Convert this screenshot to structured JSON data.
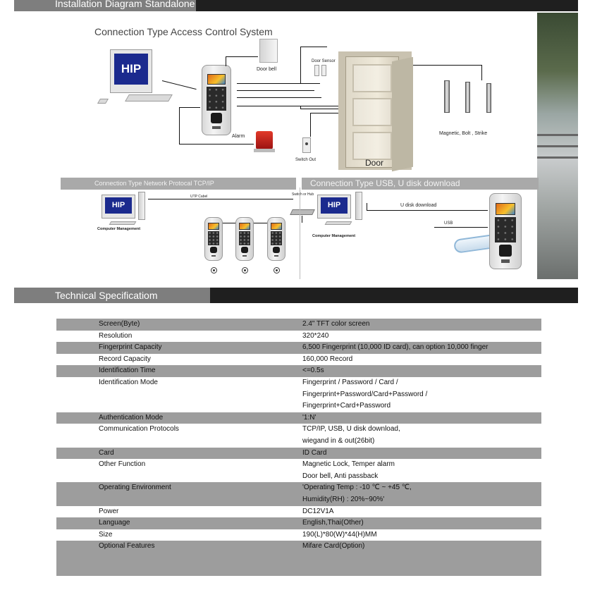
{
  "header": {
    "installation_title": "Installation Diagram Standalone",
    "tech_title": "Technical Specificatiom"
  },
  "diagram": {
    "title": "Connection Type Access Control System",
    "labels": {
      "door_bell": "Door bell",
      "door_sensor": "Door Sensor",
      "alarm": "Alarm",
      "switch_out": "Switch Out",
      "door": "Door",
      "lock_types": "Magnetic, Bolt , Strike"
    },
    "monitor_logo": "HIP",
    "network": {
      "title": "Connection Type Network Protocal TCP/IP",
      "computer_label": "Computer Management",
      "utp_label": "UTP Cabel",
      "hub_label": "Switch or Hub"
    },
    "usb": {
      "title": "Connection Type   USB, U disk download",
      "computer_label": "Computer Management",
      "udisk_label": "U disk download",
      "usb_label": "USB"
    }
  },
  "specs": [
    {
      "key": "Screen(Byte)",
      "values": [
        "2.4\" TFT color screen"
      ],
      "shade": "dark"
    },
    {
      "key": "Resolution",
      "values": [
        "320*240"
      ],
      "shade": "light"
    },
    {
      "key": "Fingerprint Capacity",
      "values": [
        "6,500 Fingerprint (10,000 ID card), can option 10,000 finger"
      ],
      "shade": "dark"
    },
    {
      "key": "Record Capacity",
      "values": [
        "160,000 Record"
      ],
      "shade": "light"
    },
    {
      "key": "Identification Time",
      "values": [
        "<=0.5s"
      ],
      "shade": "dark"
    },
    {
      "key": "Identification Mode",
      "values": [
        "Fingerprint / Password / Card /",
        "Fingerprint+Password/Card+Password /",
        "Fingerprint+Card+Password"
      ],
      "shade": "light"
    },
    {
      "key": "Authentication Mode",
      "values": [
        "'1:N'"
      ],
      "shade": "dark"
    },
    {
      "key": "Communication Protocols",
      "values": [
        "TCP/IP, USB, U disk download,",
        "wiegand in & out(26bit)"
      ],
      "shade": "light"
    },
    {
      "key": "Card",
      "values": [
        "ID Card"
      ],
      "shade": "dark"
    },
    {
      "key": "Other Function",
      "values": [
        "Magnetic Lock, Temper alarm",
        "Door bell, Anti passback"
      ],
      "shade": "light"
    },
    {
      "key": "Operating Environment",
      "values": [
        "'Operating Temp : -10 ℃ ~ +45 ℃,",
        "Humidity(RH)    :  20%~90%'"
      ],
      "shade": "dark"
    },
    {
      "key": "Power",
      "values": [
        "DC12V1A"
      ],
      "shade": "light"
    },
    {
      "key": "Language",
      "values": [
        "English,Thai(Other)"
      ],
      "shade": "dark"
    },
    {
      "key": "Size",
      "values": [
        "190(L)*80(W)*44(H)MM"
      ],
      "shade": "light"
    },
    {
      "key": "Optional Features",
      "values": [
        "Mifare Card(Option)"
      ],
      "shade": "dark",
      "extra_lines": 2
    }
  ]
}
